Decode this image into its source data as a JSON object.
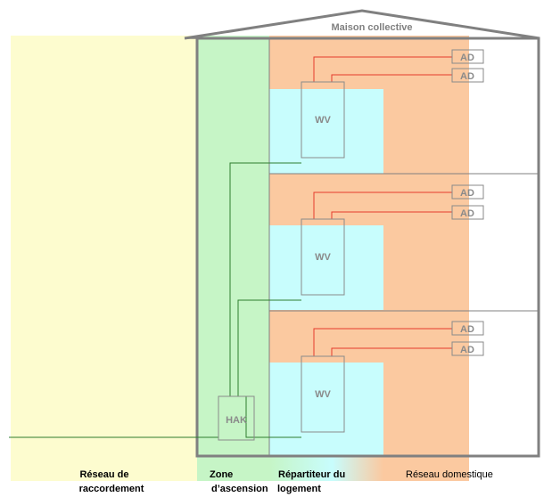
{
  "building": {
    "title": "Maison collective"
  },
  "zones": {
    "reseau_raccordement": [
      "Réseau de",
      "raccordement"
    ],
    "zone_ascension": [
      "Zone",
      "d’ascension"
    ],
    "repartiteur": [
      "Répartiteur du",
      "logement"
    ],
    "reseau_domestique": "Réseau domestique"
  },
  "floors": [
    {
      "wv": "WV",
      "ad": [
        "AD",
        "AD"
      ]
    },
    {
      "wv": "WV",
      "ad": [
        "AD",
        "AD"
      ]
    },
    {
      "wv": "WV",
      "ad": [
        "AD",
        "AD"
      ]
    }
  ],
  "hak": "HAK",
  "colors": {
    "yellow_zone": "#fdfccf",
    "green_zone": "#c6f5c6",
    "orange_zone": "#fbc9a0",
    "cyan_zone": "#c8fdfd",
    "red_line": "#e53b2b",
    "green_line": "#2e7d2e",
    "outline": "#808080"
  }
}
